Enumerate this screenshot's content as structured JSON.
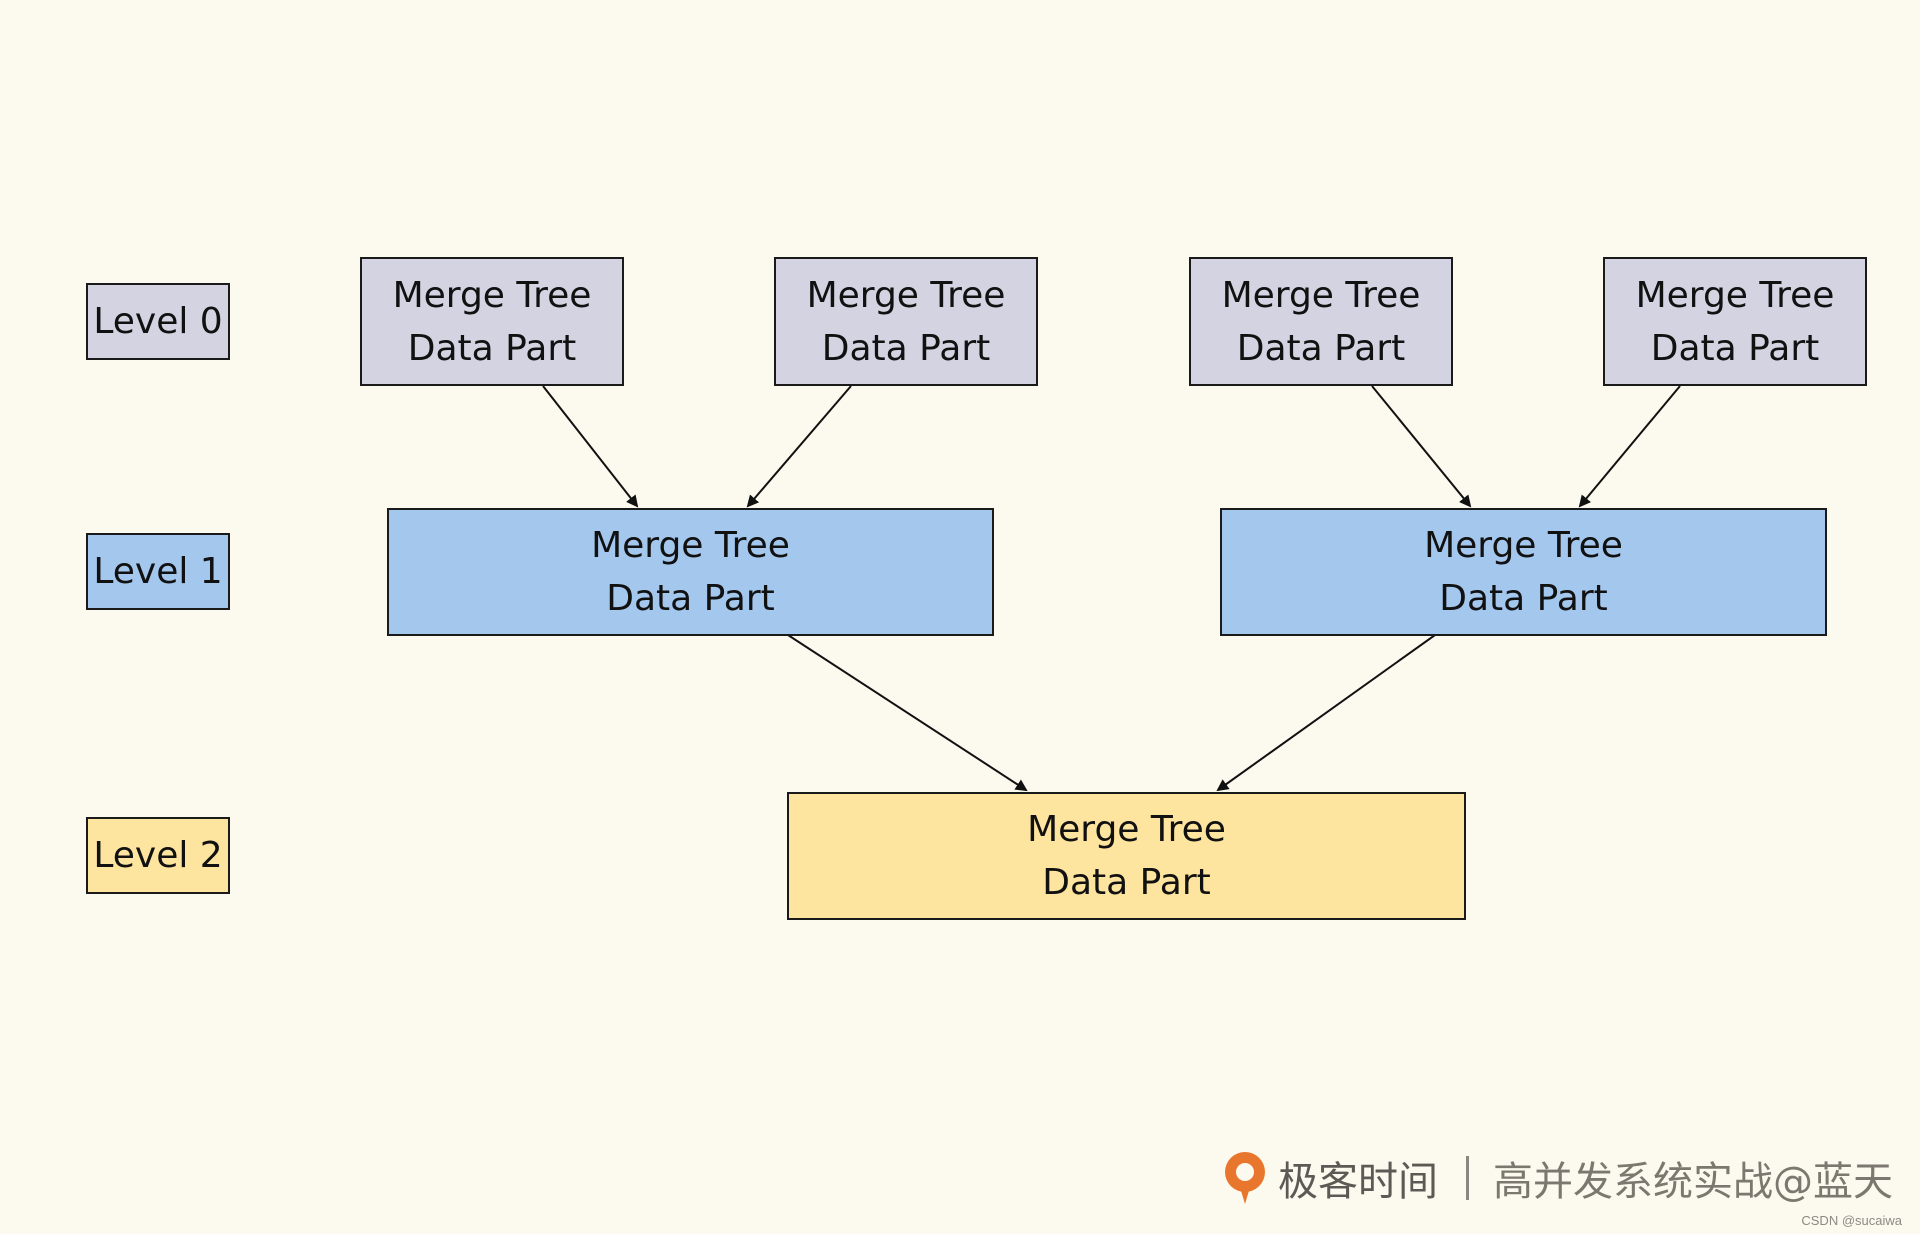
{
  "levels": [
    {
      "label": "Level 0",
      "color": "#d3d3e2"
    },
    {
      "label": "Level 1",
      "color": "#a4c7ee"
    },
    {
      "label": "Level 2",
      "color": "#fee59f"
    }
  ],
  "nodes": {
    "l0": [
      {
        "line1": "Merge Tree",
        "line2": "Data Part"
      },
      {
        "line1": "Merge Tree",
        "line2": "Data Part"
      },
      {
        "line1": "Merge Tree",
        "line2": "Data Part"
      },
      {
        "line1": "Merge Tree",
        "line2": "Data Part"
      }
    ],
    "l1": [
      {
        "line1": "Merge Tree",
        "line2": "Data Part"
      },
      {
        "line1": "Merge Tree",
        "line2": "Data Part"
      }
    ],
    "l2": [
      {
        "line1": "Merge Tree",
        "line2": "Data Part"
      }
    ]
  },
  "edges": [
    {
      "from": "l0-0",
      "to": "l1-0"
    },
    {
      "from": "l0-1",
      "to": "l1-0"
    },
    {
      "from": "l0-2",
      "to": "l1-1"
    },
    {
      "from": "l0-3",
      "to": "l1-1"
    },
    {
      "from": "l1-0",
      "to": "l2-0"
    },
    {
      "from": "l1-1",
      "to": "l2-0"
    }
  ],
  "watermark": {
    "brand": "极客时间",
    "course": "高并发系统实战@蓝天",
    "brand_color": "#e8762c"
  },
  "csdn": "CSDN @sucaiwa"
}
